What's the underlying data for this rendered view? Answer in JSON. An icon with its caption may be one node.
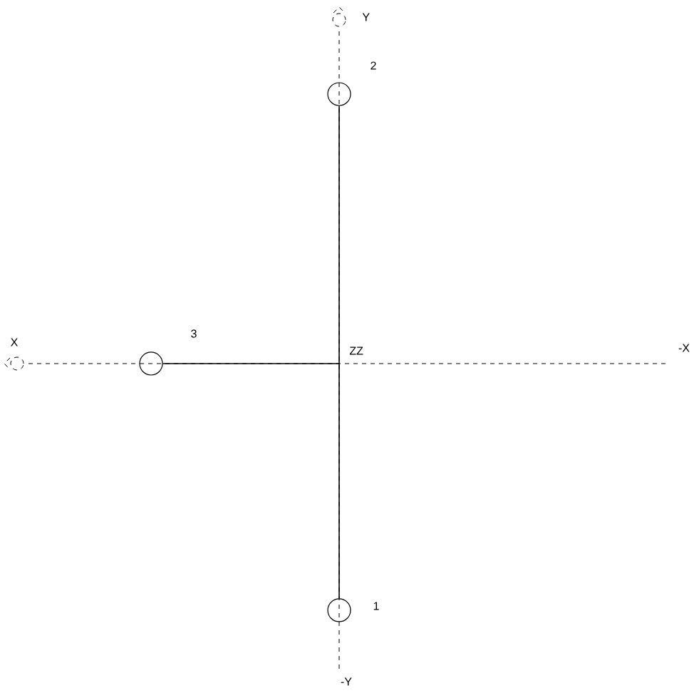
{
  "diagram": {
    "nodes": [
      {
        "text": [],
        "shape": "circle",
        "beside": [
          "2"
        ]
      },
      {
        "text": [],
        "shape": "circle",
        "beside": [
          "3"
        ]
      },
      {
        "text": [],
        "shape": "circle",
        "beside": [
          "1"
        ]
      }
    ],
    "edges": [
      {
        "from": 0,
        "to": 2,
        "arrow": "none"
      },
      {
        "from": 1,
        "to": null,
        "arrow": "none"
      }
    ],
    "labels": [
      "Y",
      "X",
      "ZZ",
      "-X",
      "-Y"
    ]
  }
}
